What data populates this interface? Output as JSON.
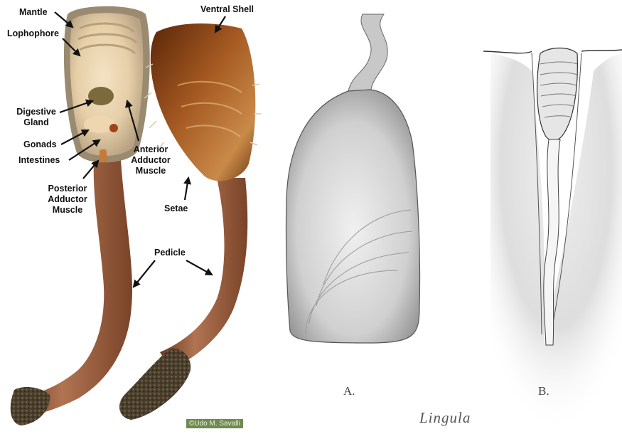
{
  "labels": {
    "mantle": "Mantle",
    "lophophore": "Lophophore",
    "digestive_gland_1": "Digestive",
    "digestive_gland_2": "Gland",
    "gonads": "Gonads",
    "intestines": "Intestines",
    "posterior_adductor_1": "Posterior",
    "posterior_adductor_2": "Adductor",
    "posterior_adductor_3": "Muscle",
    "anterior_adductor_1": "Anterior",
    "anterior_adductor_2": "Adductor",
    "anterior_adductor_3": "Muscle",
    "ventral_shell": "Ventral Shell",
    "setae": "Setae",
    "pedicle": "Pedicle"
  },
  "copyright": "©Udo M. Savalli",
  "figure_a": "A.",
  "figure_b": "B.",
  "caption": "Lingula",
  "colors": {
    "pedicle": "#9a5a38",
    "shell_brown": "#7a3d14",
    "dissected_body": "#e8d2b0",
    "label_text": "#111111"
  }
}
